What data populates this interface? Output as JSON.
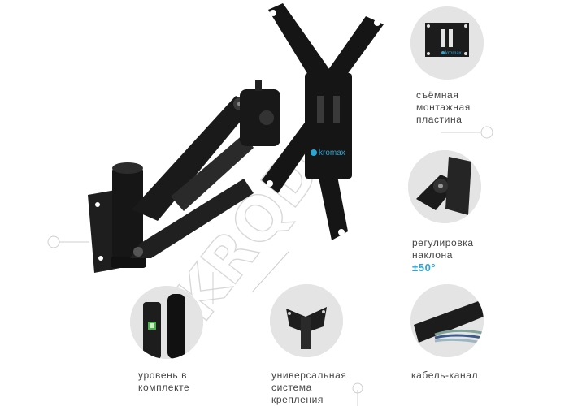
{
  "brand": {
    "logo_text": "kromax",
    "plate_logo_text": "kromax"
  },
  "watermark": {
    "text": "KRQD",
    "color": "#d8d8d8"
  },
  "features": [
    {
      "id": "plate",
      "lines": [
        "съёмная",
        "монтажная",
        "пластина"
      ],
      "icon": "vesa-plate-icon"
    },
    {
      "id": "tilt",
      "lines": [
        "регулировка",
        "наклона"
      ],
      "accent": "±50°",
      "icon": "tilt-joint-icon"
    },
    {
      "id": "level",
      "lines": [
        "уровень в",
        "комплекте"
      ],
      "icon": "bubble-level-icon"
    },
    {
      "id": "universal",
      "lines": [
        "универсальная",
        "система",
        "крепления"
      ],
      "icon": "universal-bracket-icon"
    },
    {
      "id": "cable",
      "lines": [
        "кабель-канал"
      ],
      "icon": "cable-channel-icon"
    }
  ],
  "colors": {
    "accent": "#2aa6d6",
    "product": "#1b1b1b",
    "thumb_bg": "#e4e4e4",
    "caption": "#444444"
  }
}
